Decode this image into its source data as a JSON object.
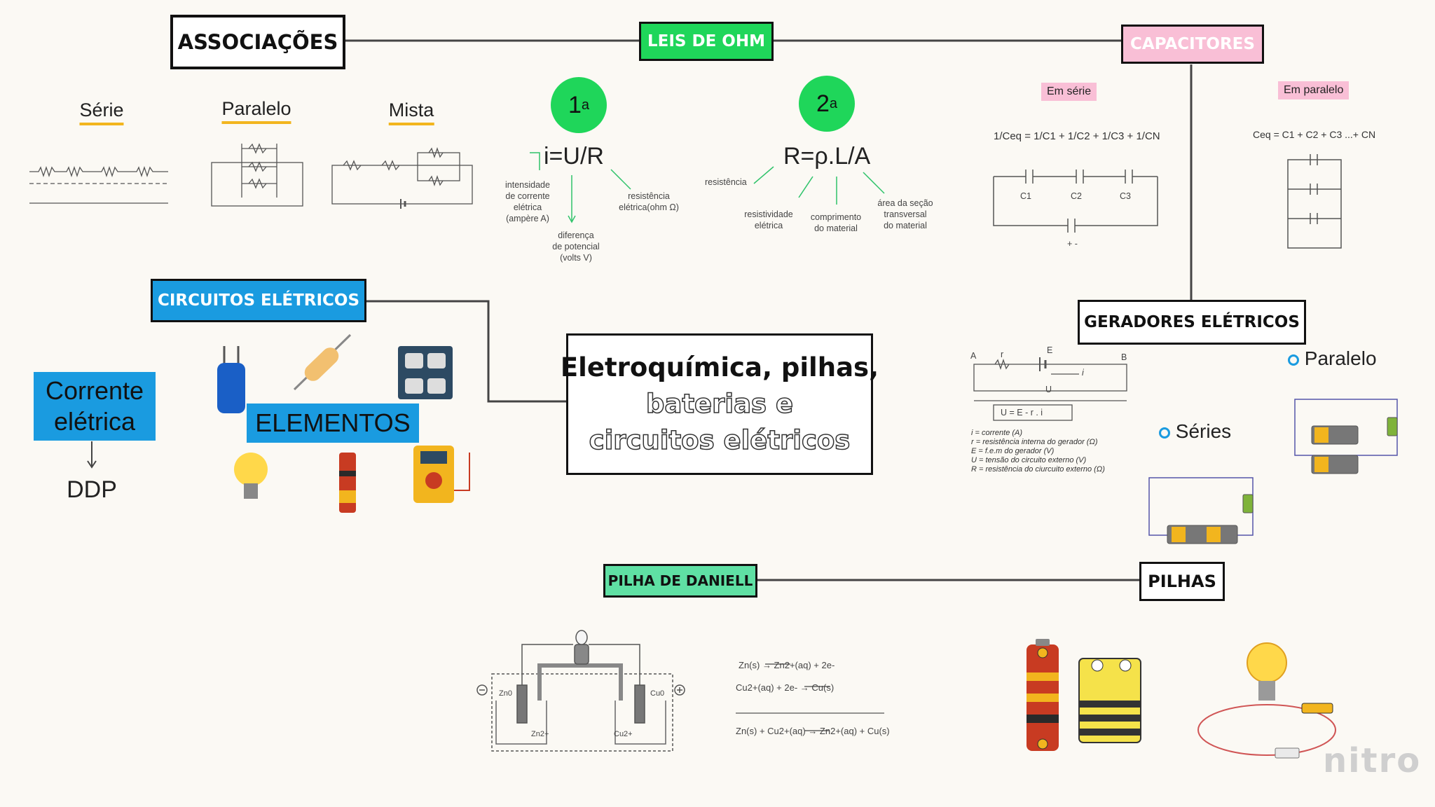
{
  "nodes": {
    "associacoes": "ASSOCIAÇÕES",
    "leis_de_ohm": "LEIS DE OHM",
    "capacitores": "CAPACITORES",
    "circuitos_eletricos": "CIRCUITOS ELÉTRICOS",
    "geradores_eletricos": "GERADORES ELÉTRICOS",
    "pilha_de_daniell": "PILHA DE DANIELL",
    "pilhas": "PILHAS",
    "elementos": "ELEMENTOS",
    "corrente_eletrica_1": "Corrente",
    "corrente_eletrica_2": "elétrica",
    "ddp": "DDP"
  },
  "center": {
    "line1": "Eletroquímica, pilhas,",
    "line2": "baterias e",
    "line3": "circuitos elétricos"
  },
  "associacoes": {
    "serie": "Série",
    "paralelo": "Paralelo",
    "mista": "Mista"
  },
  "ohm": {
    "first_num": "1",
    "first_sup": "a",
    "second_num": "2",
    "second_sup": "a",
    "first_formula": "i=U/R",
    "second_formula": "R=ρ.L/A",
    "intensidade": [
      "intensidade",
      "de corrente",
      "elétrica",
      "(ampère A)"
    ],
    "resistencia_eletrica": [
      "resistência",
      "elétrica(ohm Ω)"
    ],
    "diferenca_potencial": [
      "diferença",
      "de potencial",
      "(volts V)"
    ],
    "resistencia": "resistência",
    "resistividade": [
      "resistividade",
      "elétrica"
    ],
    "comprimento": [
      "comprimento",
      "do material"
    ],
    "area": [
      "área da seção",
      "transversal",
      "do material"
    ]
  },
  "capacitores": {
    "em_serie": "Em série",
    "em_paralelo": "Em paralelo",
    "serie_formula": "1/Ceq = 1/C1 + 1/C2 + 1/C3 + 1/CN",
    "paralelo_formula": "Ceq = C1 + C2 + C3 ...+ CN",
    "c1": "C1",
    "c2": "C2",
    "c3": "C3",
    "polarity": "+ -"
  },
  "geradores": {
    "formula": "U = E - r . i",
    "label_a": "A",
    "label_r": "r",
    "label_e": "E",
    "label_b": "B",
    "label_i": "i",
    "label_u": "U",
    "legend": [
      "i = corrente (A)",
      "r = resistência interna do gerador (Ω)",
      "E = f.e.m do gerador (V)",
      "U = tensão do circuito externo (V)",
      "R = resistência do ciurcuito externo (Ω)"
    ],
    "paralelo": "Paralelo",
    "series": "Séries"
  },
  "daniell": {
    "zn0": "Zn0",
    "cu0": "Cu0",
    "zn2": "Zn2+",
    "cu2": "Cu2+",
    "eq1": "Zn(s) → Zn2+(aq) + 2e-",
    "eq2": "Cu2+(aq) + 2e- → Cu(s)",
    "eq3": "Zn(s) + Cu2+(aq) → Zn2+(aq) + Cu(s)"
  },
  "brand": "nitro",
  "colors": {
    "green": "#1fd65a",
    "pink": "#f9bfd6",
    "blue": "#1a9be0",
    "yellow": "#f2b51e",
    "mint": "#5fe0a4"
  }
}
